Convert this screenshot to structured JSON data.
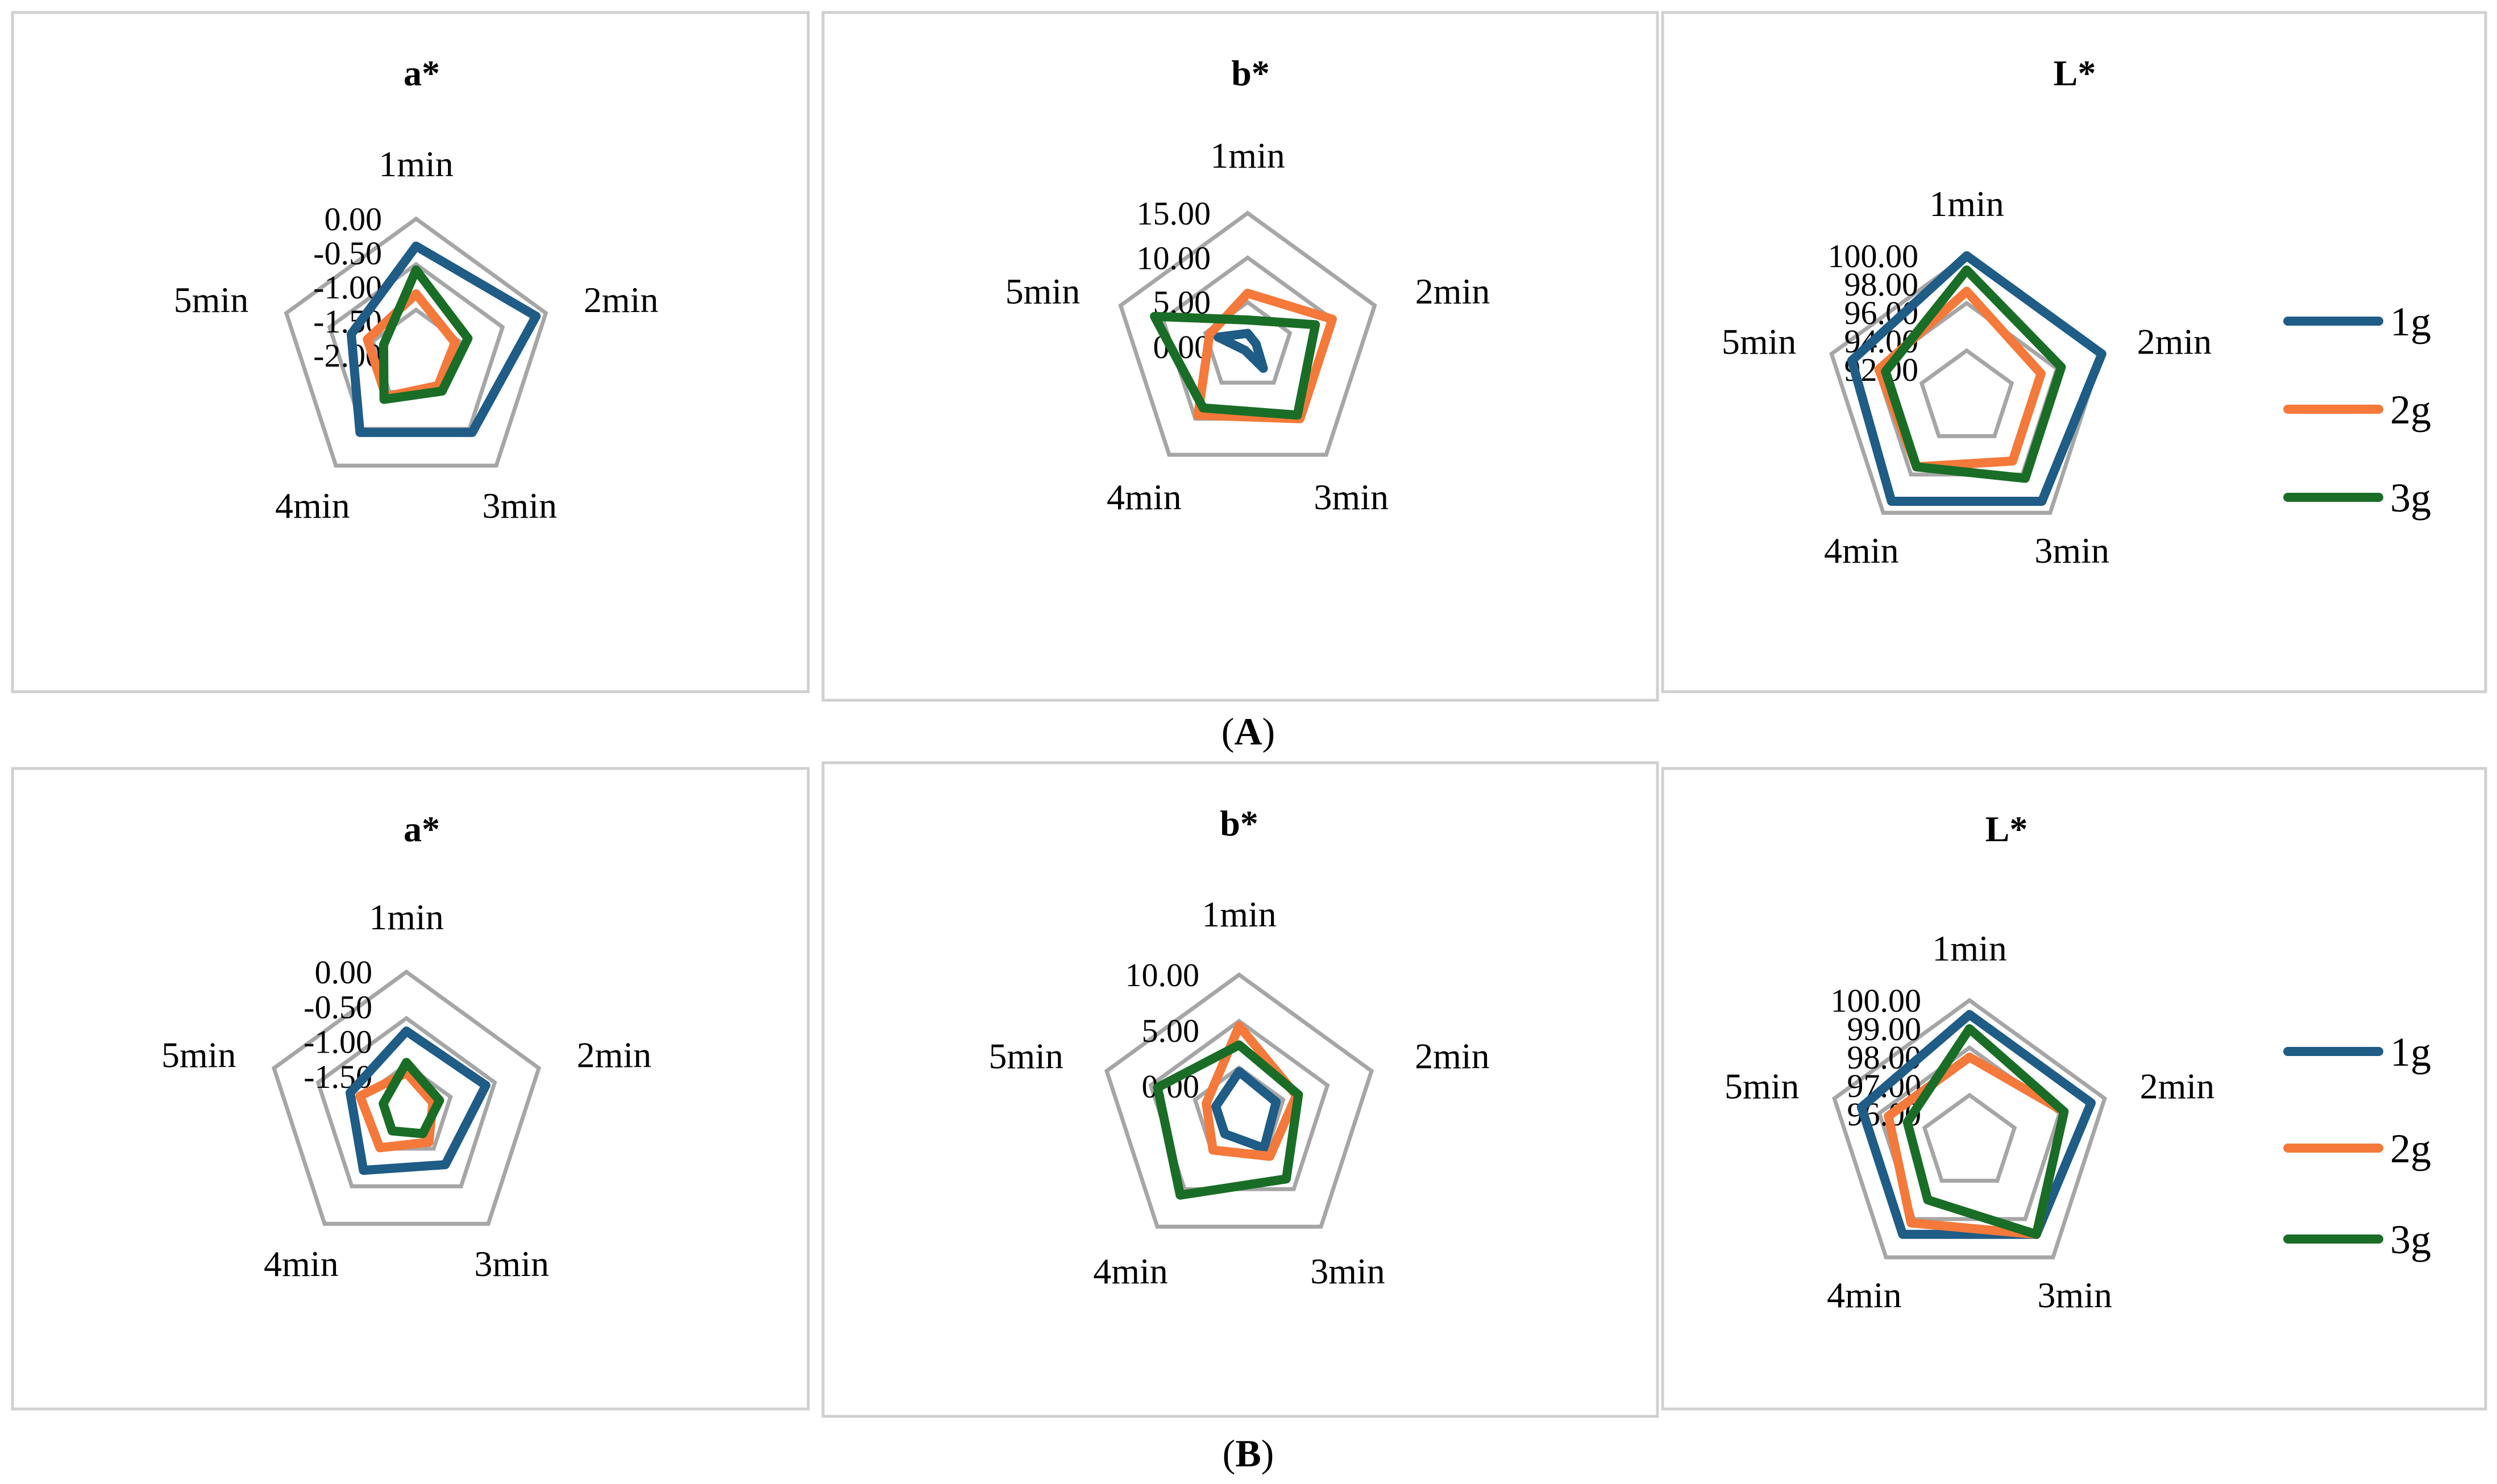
{
  "colors": {
    "grid": "#a6a6a6",
    "frame": "#d0d0d0"
  },
  "legend": [
    {
      "name": "1g",
      "color": "#1f5c86"
    },
    {
      "name": "2g",
      "color": "#f4793a"
    },
    {
      "name": "3g",
      "color": "#1a6d26"
    }
  ],
  "panels": [
    {
      "caption_label": "A"
    },
    {
      "caption_label": "B"
    }
  ],
  "chart_data": [
    {
      "type": "radar",
      "panel": "A",
      "title": "a*",
      "categories": [
        "1min",
        "2min",
        "3min",
        "4min",
        "5min"
      ],
      "range": [
        -2.0,
        0.0
      ],
      "ticks": [
        "0.00",
        "-0.50",
        "-1.00",
        "-1.50",
        "-2.00"
      ],
      "series": [
        {
          "name": "1g",
          "values": [
            -0.4,
            -0.15,
            -0.6,
            -0.6,
            -1.0
          ]
        },
        {
          "name": "2g",
          "values": [
            -1.1,
            -1.4,
            -1.45,
            -1.25,
            -1.25
          ]
        },
        {
          "name": "3g",
          "values": [
            -0.75,
            -1.2,
            -1.35,
            -1.2,
            -1.5
          ]
        }
      ]
    },
    {
      "type": "radar",
      "panel": "A",
      "title": "b*",
      "categories": [
        "1min",
        "2min",
        "3min",
        "4min",
        "5min"
      ],
      "range": [
        0.0,
        15.0
      ],
      "ticks": [
        "15.00",
        "10.00",
        "5.00",
        "0.00"
      ],
      "series": [
        {
          "name": "1g",
          "values": [
            1.5,
            1.0,
            3.0,
            0.5,
            3.5
          ]
        },
        {
          "name": "2g",
          "values": [
            6.0,
            10.0,
            10.0,
            9.5,
            4.5
          ]
        },
        {
          "name": "3g",
          "values": [
            3.0,
            8.0,
            9.5,
            8.5,
            11.0
          ]
        }
      ]
    },
    {
      "type": "radar",
      "panel": "A",
      "title": "L*",
      "categories": [
        "1min",
        "2min",
        "3min",
        "4min",
        "5min"
      ],
      "range": [
        90.0,
        100.0
      ],
      "ticks": [
        "100.00",
        "98.00",
        "96.00",
        "94.00",
        "92.00"
      ],
      "series": [
        {
          "name": "1g",
          "values": [
            100.0,
            100.0,
            99.0,
            99.0,
            98.5
          ]
        },
        {
          "name": "2g",
          "values": [
            97.5,
            95.5,
            95.5,
            96.0,
            96.5
          ]
        },
        {
          "name": "3g",
          "values": [
            99.0,
            97.0,
            97.0,
            96.0,
            96.0
          ]
        }
      ]
    },
    {
      "type": "radar",
      "panel": "B",
      "title": "a*",
      "categories": [
        "1min",
        "2min",
        "3min",
        "4min",
        "5min"
      ],
      "range": [
        -2.0,
        0.0
      ],
      "ticks": [
        "0.00",
        "-0.50",
        "-1.00",
        "-1.50"
      ],
      "series": [
        {
          "name": "1g",
          "values": [
            -0.85,
            -0.8,
            -1.05,
            -0.95,
            -1.15
          ]
        },
        {
          "name": "2g",
          "values": [
            -1.45,
            -1.6,
            -1.45,
            -1.35,
            -1.3
          ]
        },
        {
          "name": "3g",
          "values": [
            -1.3,
            -1.5,
            -1.6,
            -1.65,
            -1.65
          ]
        }
      ]
    },
    {
      "type": "radar",
      "panel": "B",
      "title": "b*",
      "categories": [
        "1min",
        "2min",
        "3min",
        "4min",
        "5min"
      ],
      "range": [
        -2.5,
        10.0
      ],
      "ticks": [
        "10.00",
        "5.00",
        "0.00"
      ],
      "series": [
        {
          "name": "1g",
          "values": [
            1.3,
            1.0,
            1.3,
            -0.3,
            -0.3
          ]
        },
        {
          "name": "2g",
          "values": [
            5.4,
            2.9,
            2.2,
            1.5,
            0.6
          ]
        },
        {
          "name": "3g",
          "values": [
            3.7,
            3.1,
            4.7,
            6.5,
            5.2
          ]
        }
      ]
    },
    {
      "type": "radar",
      "panel": "B",
      "title": "L*",
      "categories": [
        "1min",
        "2min",
        "3min",
        "4min",
        "5min"
      ],
      "range": [
        95.0,
        100.0
      ],
      "ticks": [
        "100.00",
        "99.00",
        "98.00",
        "97.00",
        "96.00"
      ],
      "series": [
        {
          "name": "1g",
          "values": [
            99.5,
            99.5,
            99.0,
            99.0,
            99.0
          ]
        },
        {
          "name": "2g",
          "values": [
            98.0,
            98.5,
            99.0,
            98.5,
            98.0
          ]
        },
        {
          "name": "3g",
          "values": [
            99.0,
            98.5,
            99.0,
            97.5,
            97.3
          ]
        }
      ]
    }
  ]
}
